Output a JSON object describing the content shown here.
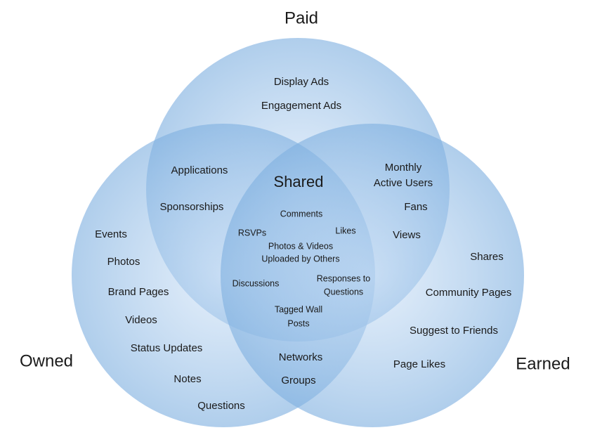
{
  "circles": {
    "paid": {
      "title": "Paid",
      "items": [
        "Display Ads",
        "Engagement Ads"
      ]
    },
    "owned": {
      "title": "Owned",
      "items": [
        "Events",
        "Photos",
        "Brand Pages",
        "Videos",
        "Status Updates",
        "Notes",
        "Questions"
      ]
    },
    "earned": {
      "title": "Earned",
      "items": [
        "Shares",
        "Community Pages",
        "Suggest to Friends",
        "Page Likes"
      ]
    }
  },
  "overlaps": {
    "paid_owned": [
      "Applications",
      "Sponsorships"
    ],
    "paid_earned": [
      "Monthly",
      "Active Users",
      "Fans",
      "Views"
    ],
    "owned_earned": [
      "Networks",
      "Groups"
    ]
  },
  "shared": {
    "title": "Shared",
    "items": [
      "Comments",
      "RSVPs",
      "Likes",
      "Photos & Videos",
      "Uploaded by Others",
      "Discussions",
      "Responses to",
      "Questions",
      "Tagged Wall",
      "Posts"
    ]
  },
  "colors": {
    "circle_center": "#cfe2f7",
    "circle_edge": "#8db8e3",
    "text": "#1a1a1a"
  }
}
